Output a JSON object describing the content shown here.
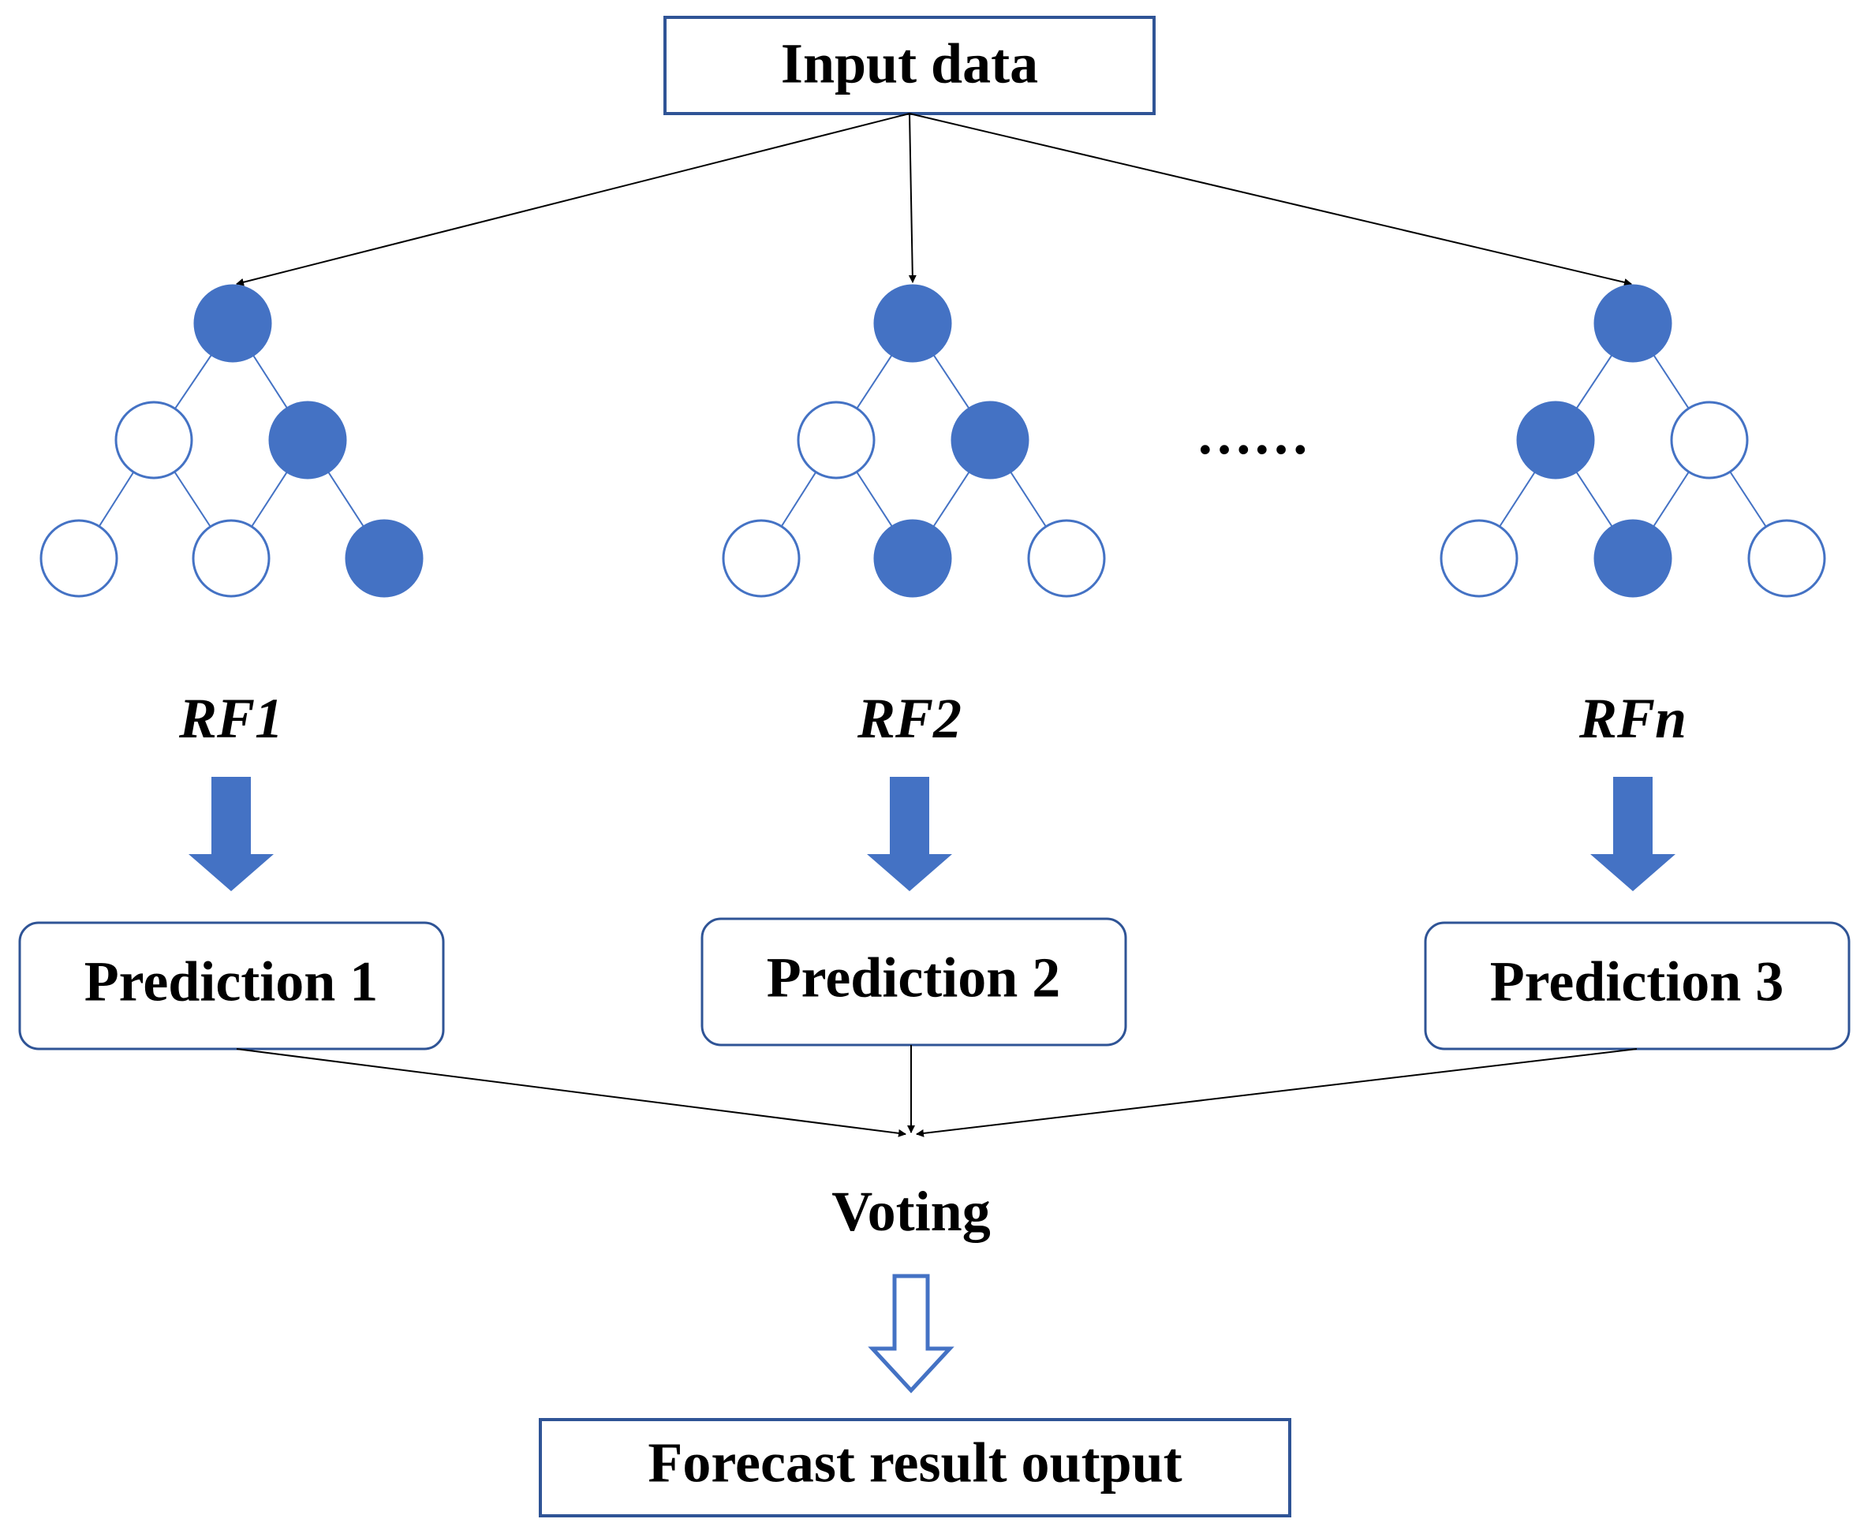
{
  "input": {
    "label": "Input data"
  },
  "trees": [
    {
      "label": "RF1",
      "nodes": [
        true,
        false,
        true,
        false,
        false,
        true
      ],
      "prediction": "Prediction 1"
    },
    {
      "label": "RF2",
      "nodes": [
        true,
        false,
        true,
        false,
        true,
        false
      ],
      "prediction": "Prediction 2"
    },
    {
      "label": "RFn",
      "nodes": [
        true,
        true,
        false,
        false,
        true,
        false
      ],
      "prediction": "Prediction 3"
    }
  ],
  "ellipsis": "……",
  "voting": {
    "label": "Voting"
  },
  "output": {
    "label": "Forecast result output"
  },
  "colors": {
    "accent": "#4472c4",
    "box_border": "#2f5496",
    "node_fill": "#4472c4",
    "arrow_fill": "#4472c4",
    "line": "#000000"
  },
  "icons": {
    "filled_arrow": "down-arrow-filled-icon",
    "hollow_arrow": "down-arrow-hollow-icon"
  }
}
